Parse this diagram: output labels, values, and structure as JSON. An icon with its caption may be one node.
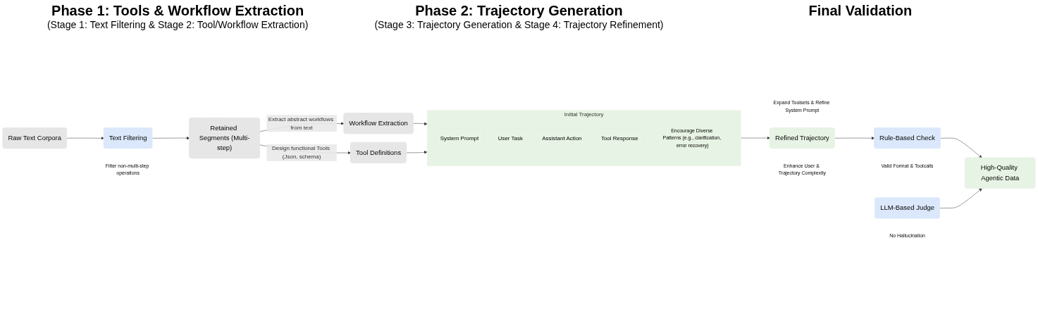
{
  "diagram": {
    "nodes": [
      {
        "text": [
          "Raw Text Corpora"
        ]
      },
      {
        "text": [
          "Text Filtering"
        ],
        "beside": [
          "Filter non-multi-step operations"
        ]
      },
      {
        "text": [
          "Retained Segments (Multi-step)"
        ]
      },
      {
        "text": [
          "Workflow Extraction"
        ]
      },
      {
        "text": [
          "Tool Definitions"
        ]
      },
      {
        "text": [
          "Initial Trajectory"
        ],
        "beside": [
          "Encourage Diverse Patterns (e.g., clarification, error recovery)"
        ]
      },
      {
        "text": [
          "System Prompt"
        ],
        "in": 5
      },
      {
        "text": [
          "User Task"
        ],
        "in": 5
      },
      {
        "text": [
          "Assistant Action"
        ],
        "in": 5
      },
      {
        "text": [
          "Tool Response"
        ],
        "in": 5
      },
      {
        "text": [
          "Refined Trajectory"
        ],
        "beside": [
          "Expand Toolsets & Refine System Prompt",
          "Enhance User & Trajectory Complexity"
        ]
      },
      {
        "text": [
          "Rule-Based Check"
        ],
        "beside": [
          "Valid Format & Toolcalls"
        ]
      },
      {
        "text": [
          "LLM-Based Judge"
        ],
        "beside": [
          "No Hallucination"
        ]
      },
      {
        "text": [
          "High-Quality Agentic Data"
        ]
      }
    ],
    "edges": [
      {
        "from": 0,
        "to": 1,
        "arrow": "to"
      },
      {
        "from": 1,
        "to": 2,
        "arrow": "to"
      },
      {
        "from": 2,
        "to": 3,
        "arrow": "to",
        "label": "Extract abstract workflows from text"
      },
      {
        "from": 2,
        "to": 4,
        "arrow": "to",
        "label": "Design functional Tools (Json, schema)"
      },
      {
        "from": 3,
        "to": 5,
        "arrow": "to"
      },
      {
        "from": 4,
        "to": 5,
        "arrow": "to"
      },
      {
        "from": 5,
        "to": 10,
        "arrow": "to"
      },
      {
        "from": 10,
        "to": 11,
        "arrow": "to"
      },
      {
        "from": 11,
        "to": 13,
        "arrow": "to"
      },
      {
        "from": 12,
        "to": 13,
        "arrow": "to"
      }
    ],
    "labels": [
      "Phase 1: Tools & Workflow Extraction",
      "(Stage 1: Text Filtering & Stage 2: Tool/Workflow Extraction)",
      "Phase 2: Trajectory Generation",
      "(Stage 3: Trajectory Generation & Stage 4: Trajectory Refinement)",
      "Final Validation"
    ]
  }
}
